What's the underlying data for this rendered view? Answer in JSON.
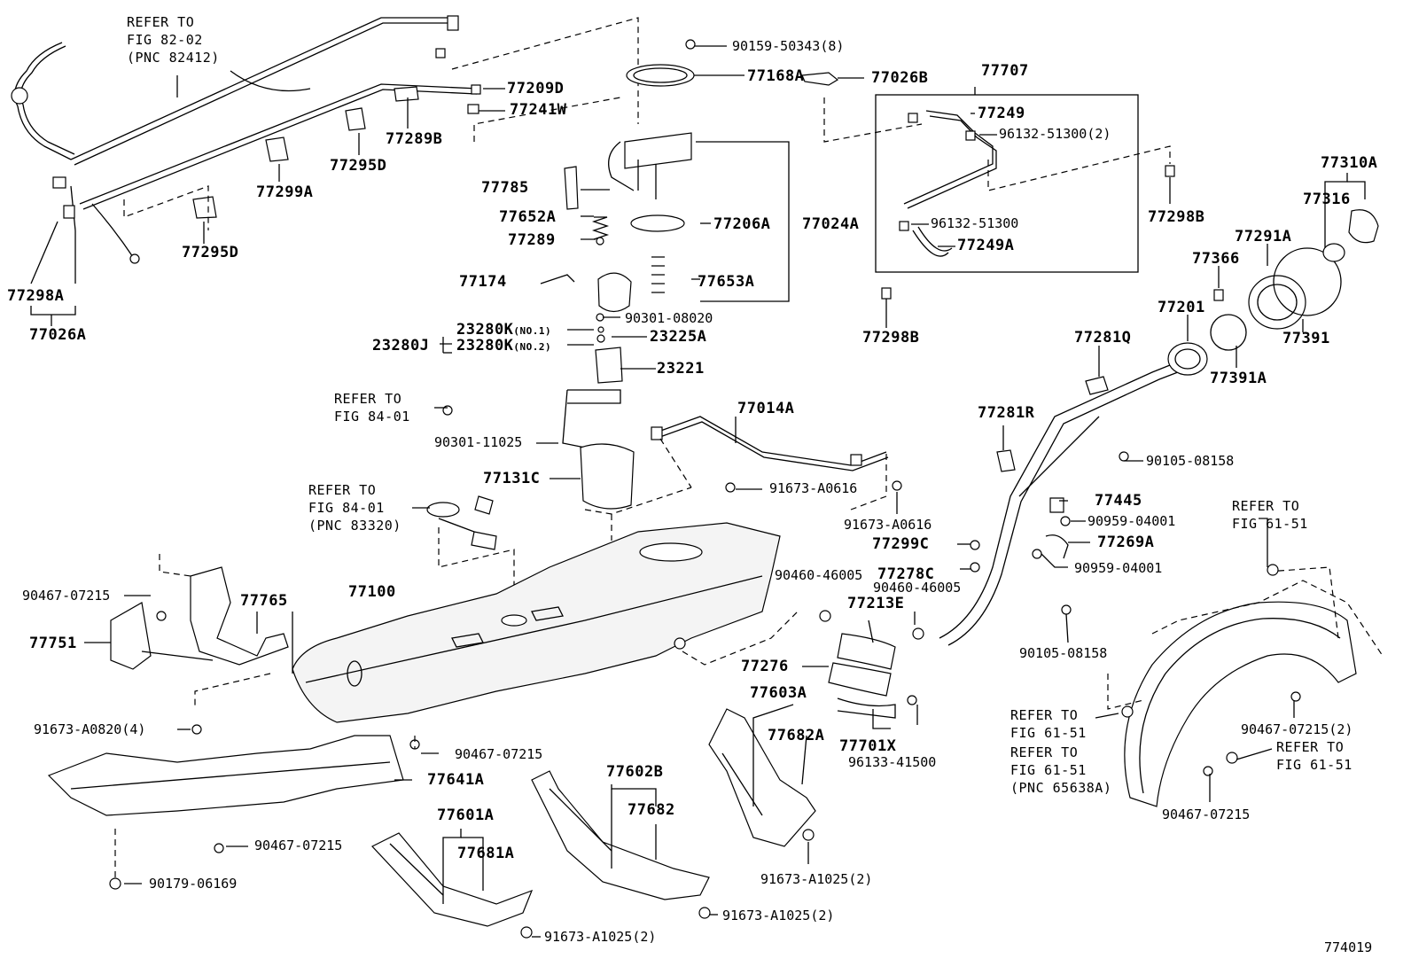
{
  "diagram_id": "774019",
  "refs": {
    "fig_82_02": [
      "REFER TO",
      "FIG 82-02",
      "(PNC 82412)"
    ],
    "fig_84_01_a": [
      "REFER TO",
      "FIG 84-01"
    ],
    "fig_84_01_b": [
      "REFER TO",
      "FIG 84-01",
      "(PNC 83320)"
    ],
    "fig_61_51_a": [
      "REFER TO",
      "FIG 61-51"
    ],
    "fig_61_51_b": [
      "REFER TO",
      "FIG 61-51"
    ],
    "fig_61_51_c": [
      "REFER TO",
      "FIG 61-51",
      "(PNC 65638A)"
    ],
    "fig_61_51_d": [
      "REFER TO",
      "FIG 61-51"
    ]
  },
  "parts": {
    "p90159": "90159-50343(8)",
    "p77168A": "77168A",
    "p77026B": "77026B",
    "p77707": "77707",
    "p77209D": "77209D",
    "p77241W": "77241W",
    "p77289B": "77289B",
    "p77295D_a": "77295D",
    "p77299A": "77299A",
    "p77295D_b": "77295D",
    "p77298A_a": "77298A",
    "p77026A": "77026A",
    "p77249": "77249",
    "p96132_2": "96132-51300(2)",
    "p77785": "77785",
    "p77652A": "77652A",
    "p77289": "77289",
    "p77206A": "77206A",
    "p77024A": "77024A",
    "p96132": "96132-51300",
    "p77249A": "77249A",
    "p77298B_a": "77298B",
    "p77298B_b": "77298B",
    "p77310A": "77310A",
    "p77316": "77316",
    "p77291A": "77291A",
    "p77366": "77366",
    "p77201": "77201",
    "p77391": "77391",
    "p77391A": "77391A",
    "p77174": "77174",
    "p77653A": "77653A",
    "p90301_08020": "90301-08020",
    "p23280K_1": "23280K",
    "p23280K_1_note": "(NO.1)",
    "p23280K_2": "23280K",
    "p23280K_2_note": "(NO.2)",
    "p23280J": "23280J",
    "p23225A": "23225A",
    "p23221": "23221",
    "p77281Q": "77281Q",
    "p77281R": "77281R",
    "p90105_a": "90105-08158",
    "p90105_b": "90105-08158",
    "p77014A": "77014A",
    "p90301_11025": "90301-11025",
    "p77131C": "77131C",
    "p91673_0616_a": "91673-A0616",
    "p91673_0616_b": "91673-A0616",
    "p77445": "77445",
    "p90959_a": "90959-04001",
    "p90959_b": "90959-04001",
    "p77299C": "77299C",
    "p77269A": "77269A",
    "p90460_a": "90460-46005",
    "p77278C": "77278C",
    "p90460_b": "90460-46005",
    "p77213E": "77213E",
    "p77100": "77100",
    "p77765": "77765",
    "p90467_a": "90467-07215",
    "p77751": "77751",
    "p77276": "77276",
    "p77603A": "77603A",
    "p77682A": "77682A",
    "p77701X": "77701X",
    "p96133": "96133-41500",
    "p91673_0820": "91673-A0820(4)",
    "p90467_b": "90467-07215",
    "p77641A": "77641A",
    "p77602B": "77602B",
    "p77682": "77682",
    "p77601A": "77601A",
    "p77681A": "77681A",
    "p90467_c": "90467-07215",
    "p90179": "90179-06169",
    "p91673_1025_a": "91673-A1025(2)",
    "p91673_1025_b": "91673-A1025(2)",
    "p91673_1025_c": "91673-A1025(2)",
    "p90467_d": "90467-07215(2)",
    "p90467_e": "90467-07215"
  }
}
